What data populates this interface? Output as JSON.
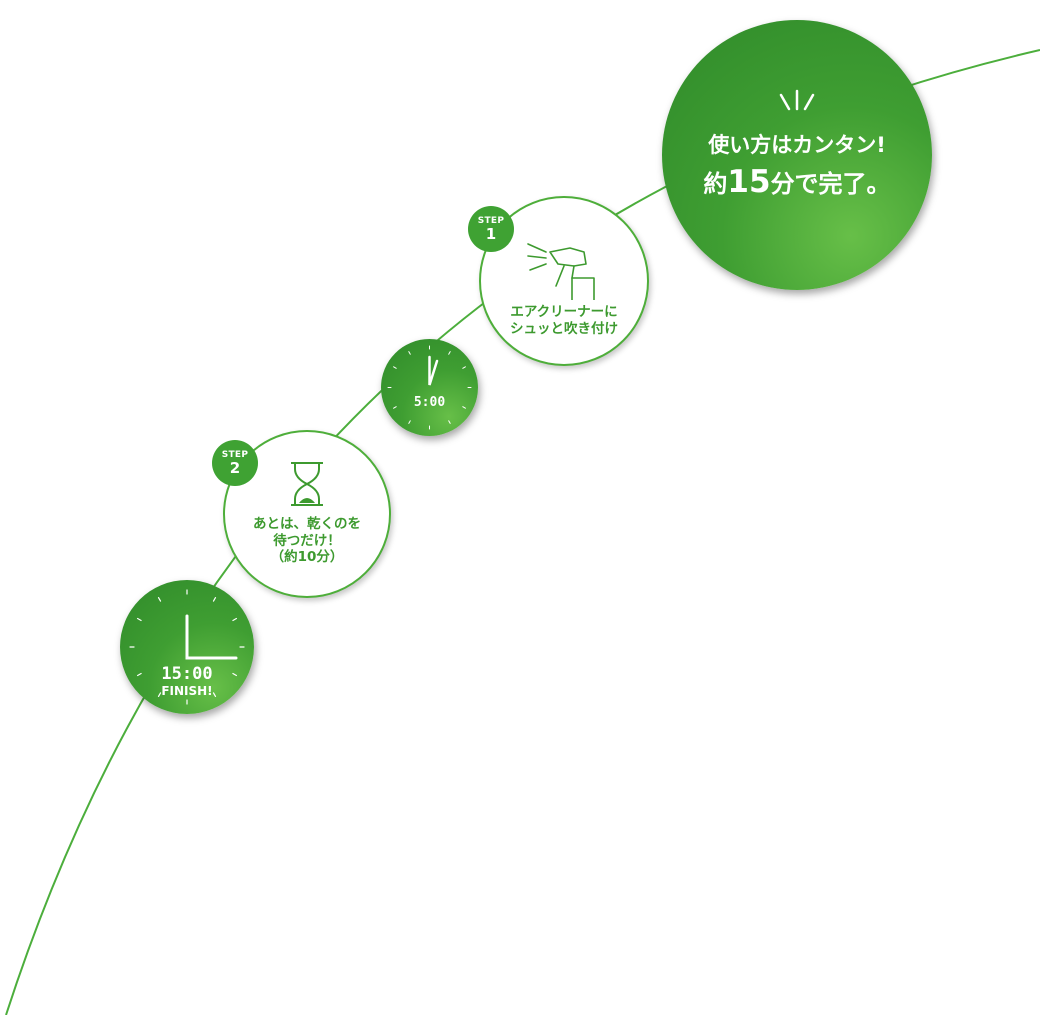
{
  "header": {
    "line1": "使い方はカンタン!",
    "line2_prefix": "約",
    "line2_number": "15",
    "line2_suffix": "分で完了。"
  },
  "steps": [
    {
      "badge_label": "STEP",
      "number": "1",
      "icon": "spray-bottle-icon",
      "text_lines": [
        "エアクリーナーに",
        "シュッと吹き付け"
      ]
    },
    {
      "badge_label": "STEP",
      "number": "2",
      "icon": "hourglass-icon",
      "text_lines": [
        "あとは、乾くのを",
        "待つだけ！",
        "（約10分）"
      ]
    }
  ],
  "timers": [
    {
      "time": "5:00"
    },
    {
      "time": "15:00",
      "label": "FINISH!"
    }
  ],
  "colors": {
    "green": "#3f9e32",
    "light_green": "#67bf48",
    "line": "#4cae3c"
  }
}
